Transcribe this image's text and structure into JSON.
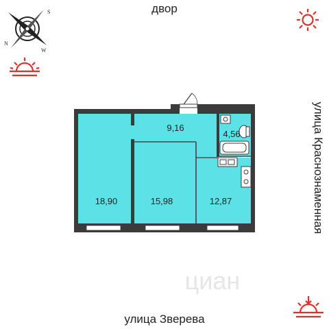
{
  "streets": {
    "top": "двор",
    "bottom": "улица Зверева",
    "right": "улица Краснознаменная"
  },
  "compass": {
    "north": "N",
    "south": "S",
    "west": "W"
  },
  "rooms": [
    {
      "id": "room-left",
      "area": "18,90"
    },
    {
      "id": "room-middle",
      "area": "15,98"
    },
    {
      "id": "kitchen",
      "area": "12,87"
    },
    {
      "id": "hallway",
      "area": "9,16"
    },
    {
      "id": "bathroom",
      "area": "4,56"
    }
  ],
  "watermark": "циан",
  "colors": {
    "room_fill": "#5ce1e6",
    "wall": "#3b3b3b",
    "sun": "#e0302a"
  }
}
